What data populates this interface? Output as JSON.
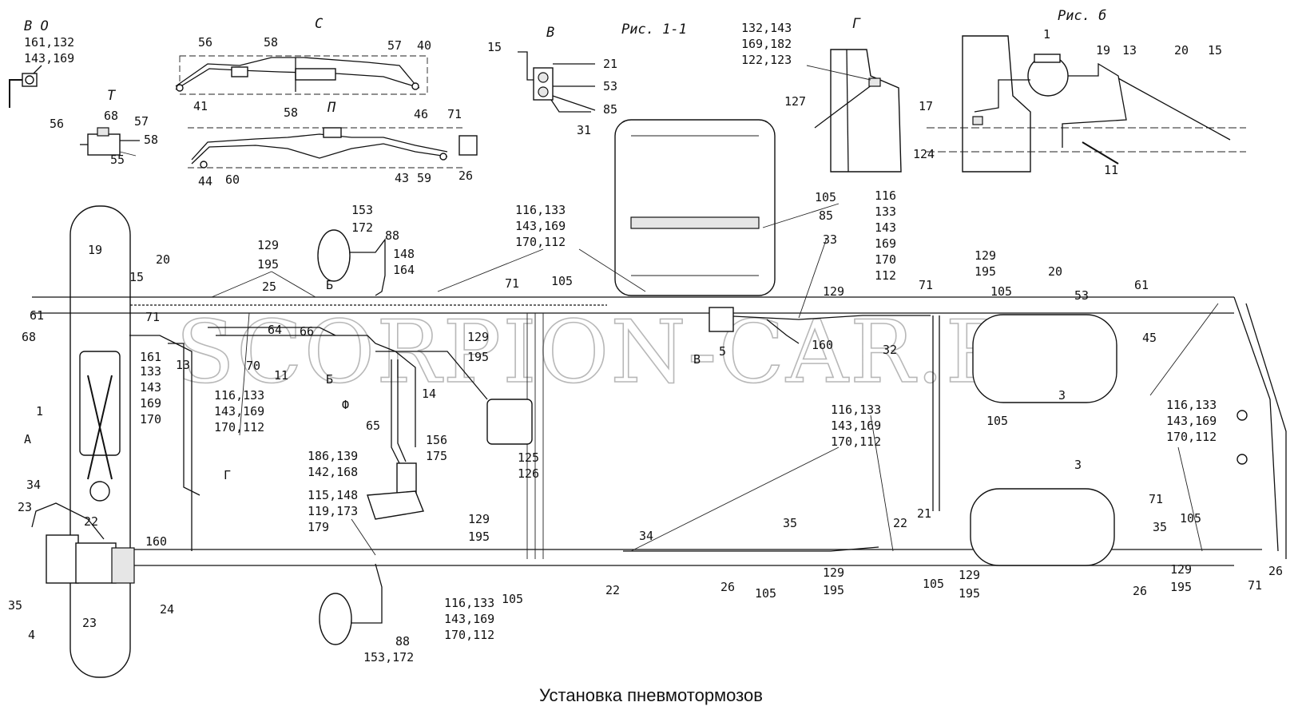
{
  "caption": "Установка пневмотормозов",
  "watermark": "SCORPION-CAR.RU",
  "views": {
    "vo": {
      "title": "В О",
      "parts": [
        "161,132",
        "143,169"
      ]
    },
    "t": {
      "title": "Т",
      "parts": [
        "68",
        "57",
        "56",
        "58",
        "55"
      ]
    },
    "c": {
      "title": "С",
      "parts": [
        "56",
        "58",
        "57",
        "40",
        "41"
      ]
    },
    "p": {
      "title": "П",
      "parts": [
        "58",
        "46",
        "71",
        "44",
        "60",
        "43",
        "59",
        "26"
      ]
    },
    "v": {
      "title": "В",
      "parts": [
        "15",
        "21",
        "53",
        "85",
        "31"
      ]
    },
    "ris11": {
      "title": "Рис. 1-1"
    },
    "g": {
      "title": "Г",
      "parts": [
        "132,143",
        "169,182",
        "122,123",
        "127"
      ]
    },
    "ris6": {
      "title": "Рис. б",
      "parts": [
        "1",
        "19",
        "13",
        "20",
        "15",
        "17",
        "124",
        "11"
      ]
    }
  },
  "main": {
    "labels": [
      "19",
      "15",
      "20",
      "61",
      "71",
      "68",
      "1",
      "161",
      "133",
      "143",
      "169",
      "170",
      "13",
      "A",
      "34",
      "23",
      "22",
      "160",
      "35",
      "4",
      "23",
      "24",
      "129",
      "195",
      "25",
      "64",
      "66",
      "70",
      "11",
      "116,133",
      "143,169",
      "170,112",
      "Б",
      "Ф",
      "14",
      "65",
      "153",
      "172",
      "88",
      "148",
      "164",
      "Б",
      "129",
      "195",
      "116,133",
      "143,169",
      "170,112",
      "71",
      "105",
      "186,139",
      "142,168",
      "156",
      "175",
      "115,148",
      "119,173",
      "179",
      "125",
      "126",
      "129",
      "195",
      "116,133",
      "143,169",
      "170,112",
      "153,172",
      "88",
      "105",
      "22",
      "34",
      "B",
      "5",
      "160",
      "105",
      "85",
      "33",
      "129",
      "116",
      "133",
      "143",
      "169",
      "170",
      "112",
      "71",
      "32",
      "129",
      "195",
      "105",
      "20",
      "53",
      "61",
      "45",
      "3",
      "105",
      "116,133",
      "143,169",
      "170,112",
      "35",
      "26",
      "105",
      "129",
      "195",
      "22",
      "21",
      "105",
      "129",
      "195",
      "3",
      "71",
      "35",
      "105",
      "26",
      "129",
      "195",
      "71",
      "26",
      "116,133",
      "143,169",
      "170,112",
      "Г"
    ]
  },
  "legend_refs": {
    "b_arrow": "B"
  }
}
